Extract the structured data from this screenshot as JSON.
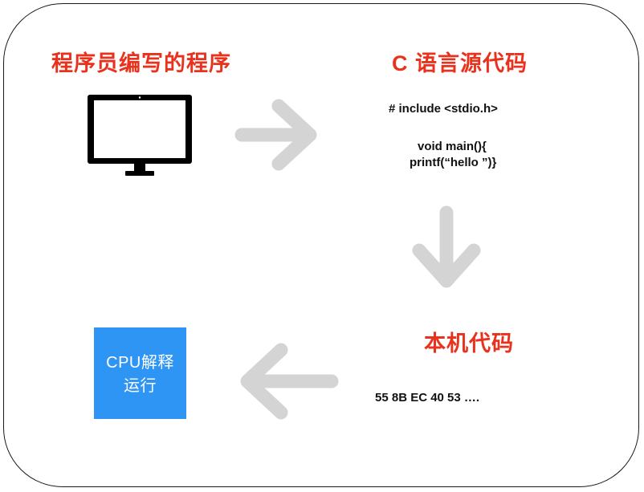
{
  "headings": {
    "programmer": "程序员编写的程序",
    "c_source": "C 语言源代码",
    "native": "本机代码"
  },
  "code": {
    "include": "# include <stdio.h>",
    "main": "void  main(){",
    "printf": "printf(“hello ”)}",
    "machine": "55 8B EC 40 53 …."
  },
  "cpu": {
    "line1": "CPU解释",
    "line2": "运行"
  },
  "icons": {
    "monitor": "monitor-icon",
    "arrow_right": "arrow-right-icon",
    "arrow_down": "arrow-down-icon",
    "arrow_left": "arrow-left-icon"
  },
  "colors": {
    "heading": "#e8321d",
    "arrow": "#d4d4d4",
    "cpu_box": "#2f95f5",
    "text": "#111111"
  }
}
